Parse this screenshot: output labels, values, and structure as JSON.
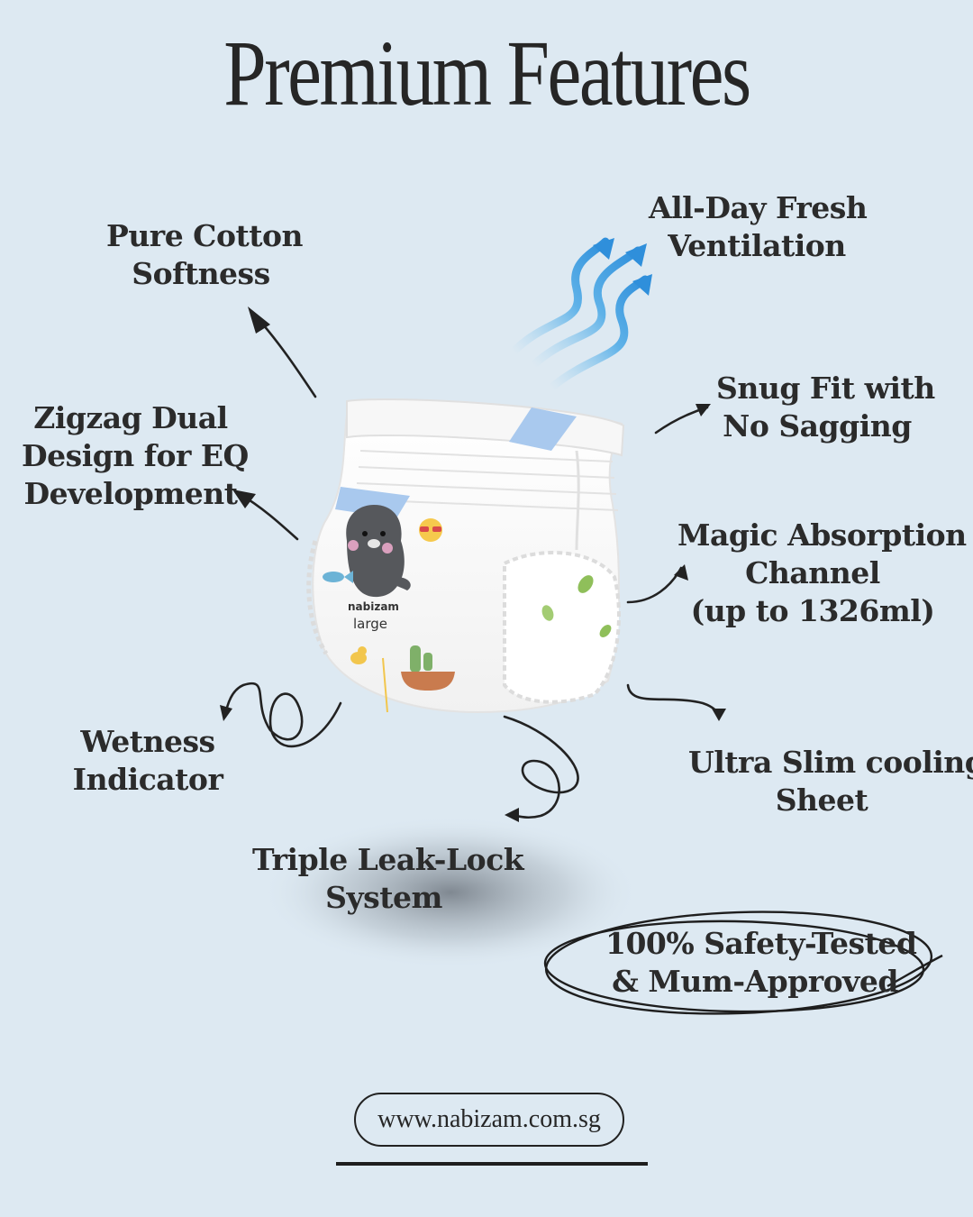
{
  "title": "Premium Features",
  "features": {
    "cotton": [
      "Pure Cotton",
      "Softness"
    ],
    "ventilation": [
      "All-Day Fresh",
      "Ventilation"
    ],
    "zigzag": [
      "Zigzag Dual",
      "Design for EQ",
      "Development"
    ],
    "snug_fit": [
      "Snug Fit with",
      "No Sagging"
    ],
    "absorption": [
      "Magic Absorption",
      "Channel",
      "(up to 1326ml)"
    ],
    "wetness": [
      "Wetness",
      "Indicator"
    ],
    "slim_sheet": [
      "Ultra Slim cooling",
      "Sheet"
    ],
    "leak_lock": [
      "Triple Leak-Lock",
      "System"
    ]
  },
  "badge": [
    "100% Safety-Tested",
    "& Mum-Approved"
  ],
  "product": {
    "brand": "nabizam",
    "size": "large"
  },
  "website": "www.nabizam.com.sg"
}
